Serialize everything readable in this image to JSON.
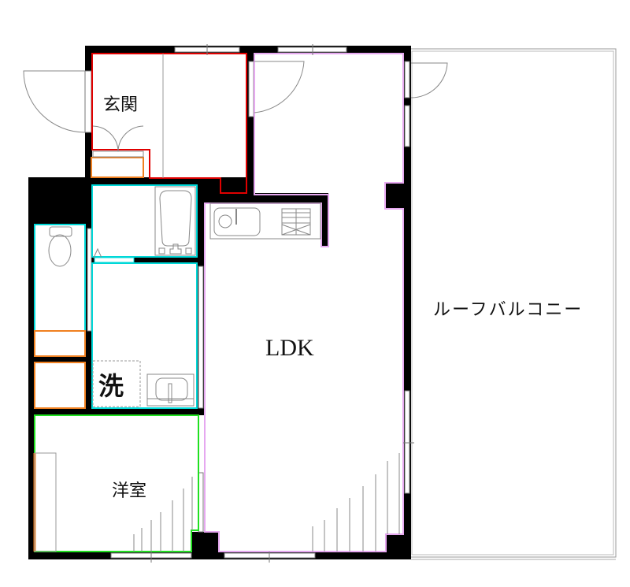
{
  "floorplan": {
    "rooms": {
      "entrance": {
        "label": "玄関"
      },
      "ldk": {
        "label": "LDK"
      },
      "western_room": {
        "label": "洋室"
      },
      "roof_balcony": {
        "label": "ルーフバルコニー"
      },
      "washroom": {
        "label": "洗"
      }
    },
    "colors": {
      "wall": "#000000",
      "entrance_outline": "#e00000",
      "ldk_outline": "#e6a8f0",
      "wet_area_outline": "#00d8d8",
      "storage_outline": "#f08020",
      "western_room_outline": "#20e020",
      "fixture_line": "#808080"
    }
  }
}
